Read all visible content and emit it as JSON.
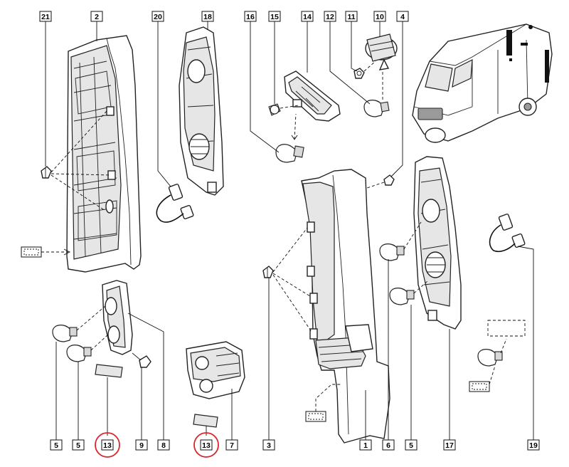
{
  "callouts": [
    {
      "label": "21"
    },
    {
      "label": "2"
    },
    {
      "label": "20"
    },
    {
      "label": "18"
    },
    {
      "label": "16"
    },
    {
      "label": "15"
    },
    {
      "label": "14"
    },
    {
      "label": "12"
    },
    {
      "label": "11"
    },
    {
      "label": "10"
    },
    {
      "label": "4"
    },
    {
      "label": "5"
    },
    {
      "label": "5"
    },
    {
      "label": "13"
    },
    {
      "label": "9"
    },
    {
      "label": "8"
    },
    {
      "label": "13"
    },
    {
      "label": "7"
    },
    {
      "label": "3"
    },
    {
      "label": "1"
    },
    {
      "label": "6"
    },
    {
      "label": "5"
    },
    {
      "label": "17"
    },
    {
      "label": "19"
    }
  ],
  "highlight_color": "#d9262c"
}
